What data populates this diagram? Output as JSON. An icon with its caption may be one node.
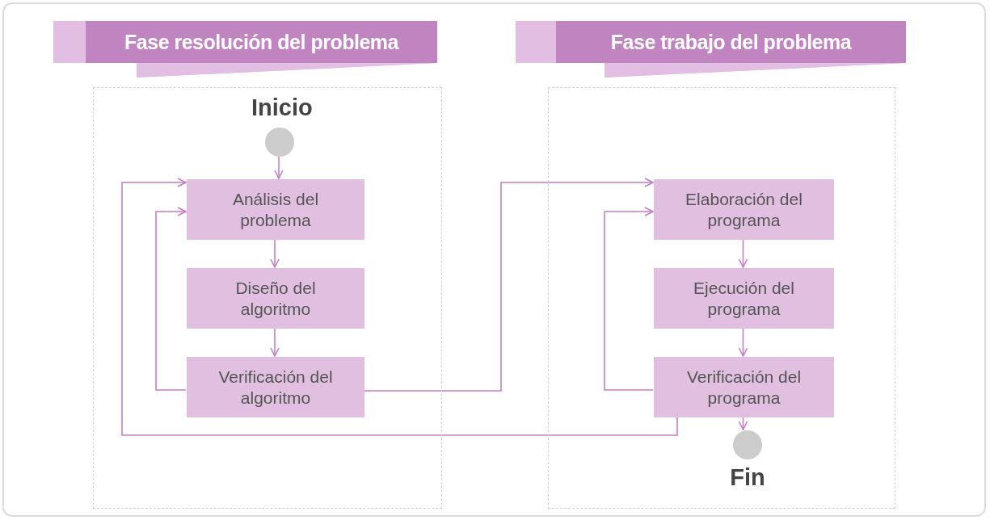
{
  "diagram": {
    "nodes": [
      {
        "text": [
          "Fase resolución del problema"
        ]
      },
      {
        "text": [
          "Inicio"
        ],
        "in": 0
      },
      {
        "text": [
          "Análisis del problema"
        ],
        "in": 0
      },
      {
        "text": [
          "Diseño del algoritmo"
        ],
        "in": 0
      },
      {
        "text": [
          "Verificación del algoritmo"
        ],
        "in": 0
      },
      {
        "text": [
          "Fase trabajo del problema"
        ]
      },
      {
        "text": [
          "Elaboración del programa"
        ],
        "in": 5
      },
      {
        "text": [
          "Ejecución del programa"
        ],
        "in": 5
      },
      {
        "text": [
          "Verificación del programa"
        ],
        "in": 5
      },
      {
        "text": [
          "Fin"
        ],
        "in": 5
      }
    ],
    "edges": [
      {
        "from": 1,
        "to": 2,
        "arrow": "to"
      },
      {
        "from": 2,
        "to": 3,
        "arrow": "to"
      },
      {
        "from": 3,
        "to": 4,
        "arrow": "to"
      },
      {
        "from": 4,
        "to": 2,
        "arrow": "to"
      },
      {
        "from": 8,
        "to": 2,
        "arrow": "to"
      },
      {
        "from": 4,
        "to": 6,
        "arrow": "to"
      },
      {
        "from": 6,
        "to": 7,
        "arrow": "to"
      },
      {
        "from": 7,
        "to": 8,
        "arrow": "to"
      },
      {
        "from": 8,
        "to": 6,
        "arrow": "to"
      },
      {
        "from": 8,
        "to": 9,
        "arrow": "to"
      }
    ]
  }
}
